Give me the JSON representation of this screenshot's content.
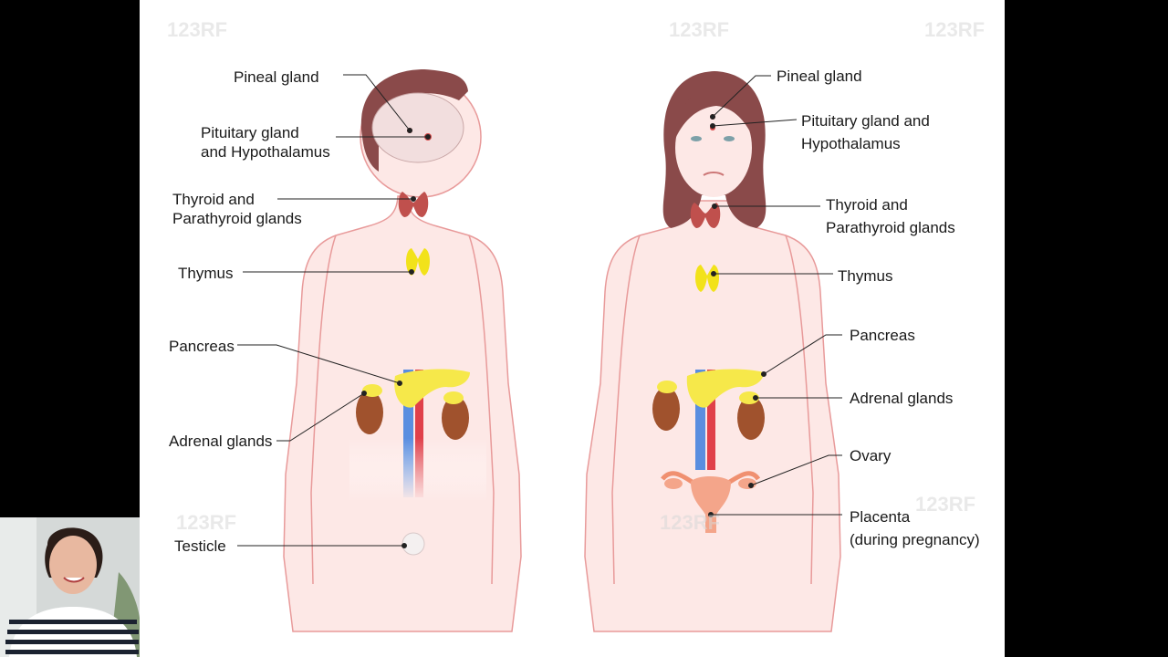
{
  "diagram": {
    "male": {
      "pineal": "Pineal gland",
      "pituitary": [
        "Pituitary gland",
        "and Hypothalamus"
      ],
      "thyroid": [
        "Thyroid and",
        "Parathyroid glands"
      ],
      "thymus": "Thymus",
      "pancreas": "Pancreas",
      "adrenal": "Adrenal glands",
      "testicle": "Testicle"
    },
    "female": {
      "pineal": "Pineal gland",
      "pituitary": [
        "Pituitary gland and",
        "Hypothalamus"
      ],
      "thyroid": [
        "Thyroid and",
        "Parathyroid glands"
      ],
      "thymus": "Thymus",
      "pancreas": "Pancreas",
      "adrenal": "Adrenal glands",
      "ovary": "Ovary",
      "placenta": [
        "Placenta",
        "(during pregnancy)"
      ]
    },
    "watermark": "123RF"
  },
  "colors": {
    "skin": "#fde8e6",
    "outline": "#e89a9a",
    "hair": "#8a4a4a",
    "thyroid": "#c0504d",
    "thymus": "#f2e21a",
    "pancreas": "#f6e84a",
    "kidney": "#a0522d",
    "artery": "#e0404a",
    "vein": "#5a8ee0"
  }
}
